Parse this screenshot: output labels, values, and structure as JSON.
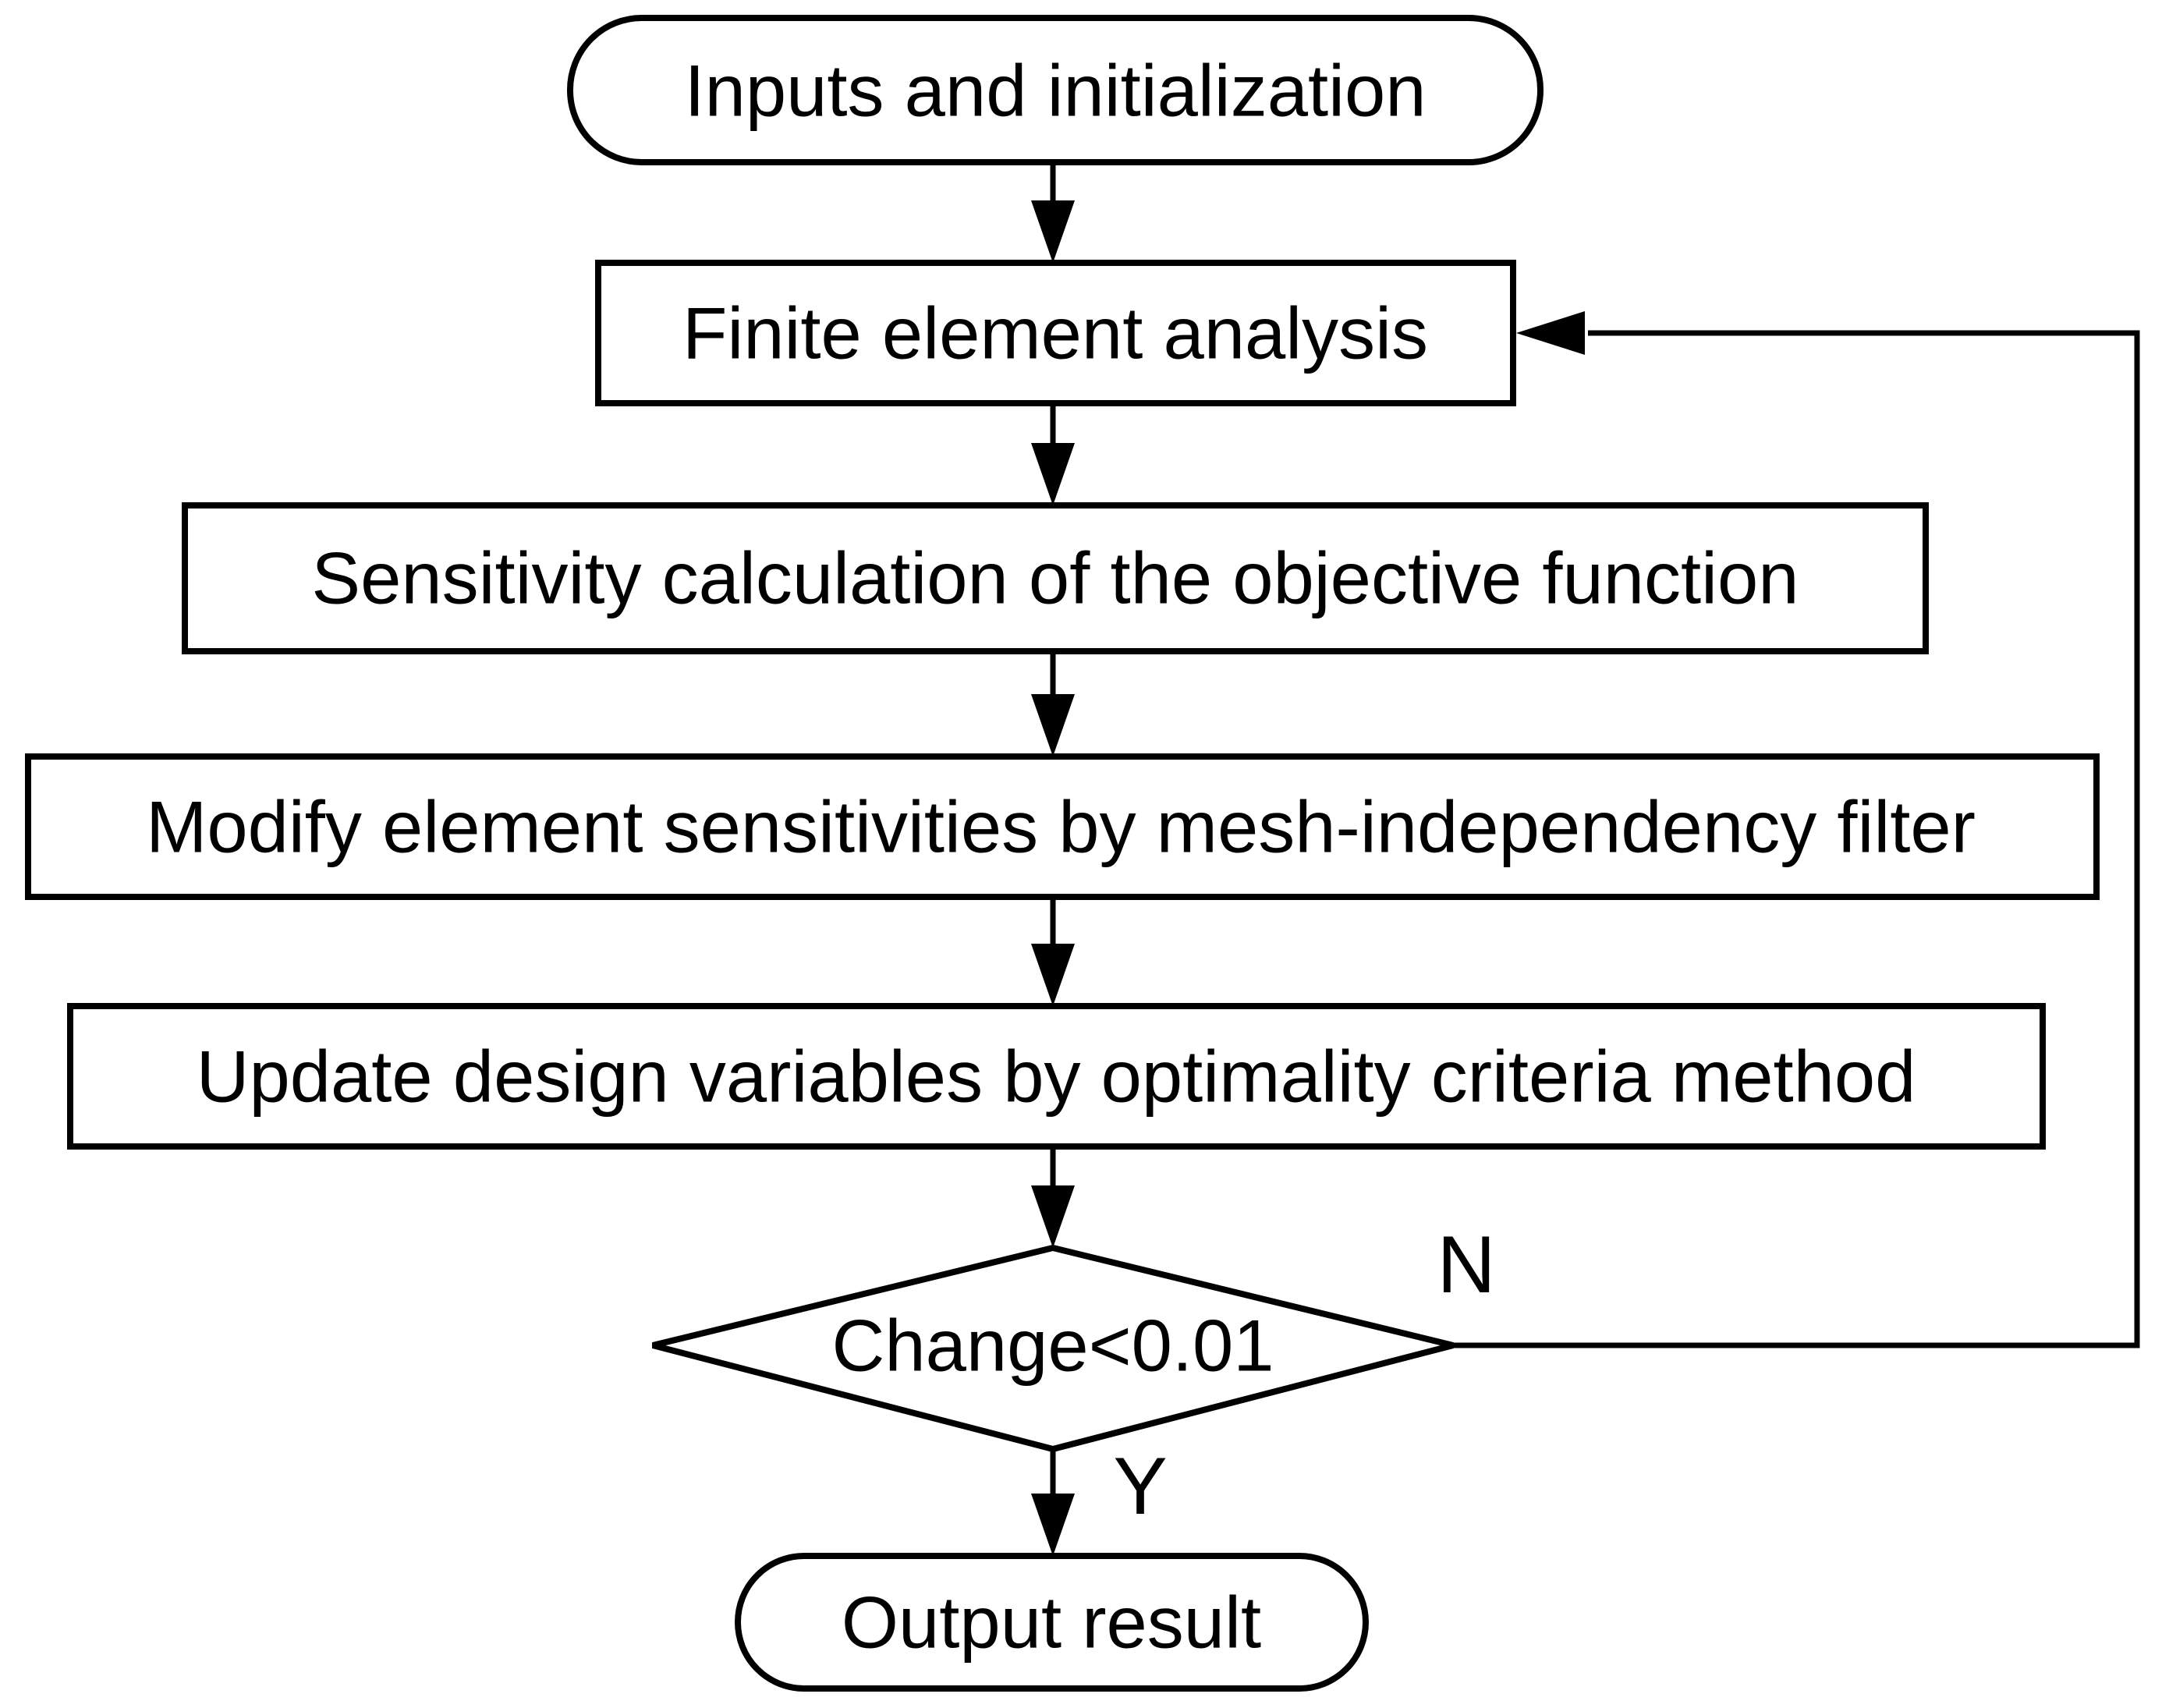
{
  "flowchart": {
    "colors": {
      "background": "#ffffff",
      "node_fill": "#ffffff",
      "line": "#000000",
      "text": "#000000"
    },
    "nodes": {
      "start": {
        "type": "terminal",
        "label": "Inputs and initialization"
      },
      "fea": {
        "type": "process",
        "label": "Finite element analysis"
      },
      "sensitivity": {
        "type": "process",
        "label": "Sensitivity calculation of the objective function"
      },
      "filter": {
        "type": "process",
        "label": "Modify element sensitivities by mesh-independency filter"
      },
      "update": {
        "type": "process",
        "label": "Update design variables by optimality criteria method"
      },
      "decision": {
        "type": "decision",
        "label": "Change<0.01"
      },
      "output": {
        "type": "terminal",
        "label": "Output result"
      }
    },
    "branches": {
      "no": "N",
      "yes": "Y"
    },
    "edges": [
      {
        "from": "start",
        "to": "fea"
      },
      {
        "from": "fea",
        "to": "sensitivity"
      },
      {
        "from": "sensitivity",
        "to": "filter"
      },
      {
        "from": "filter",
        "to": "update"
      },
      {
        "from": "update",
        "to": "decision"
      },
      {
        "from": "decision",
        "to": "output",
        "label": "Y"
      },
      {
        "from": "decision",
        "to": "fea",
        "label": "N"
      }
    ]
  }
}
